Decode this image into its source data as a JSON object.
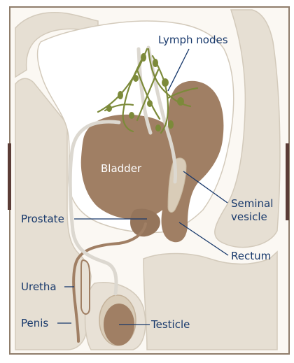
{
  "diagram": {
    "labels": {
      "lymph_nodes": "Lymph nodes",
      "bladder": "Bladder",
      "seminal_vesicle_line1": "Seminal",
      "seminal_vesicle_line2": "vesicle",
      "prostate": "Prostate",
      "rectum": "Rectum",
      "uretha": "Uretha",
      "penis": "Penis",
      "testicle": "Testicle"
    },
    "colors": {
      "frame": "#8f7d6b",
      "page_tint": "#fbf8f3",
      "body_outline": "#ddd6c9",
      "organ_brown": "#a07f64",
      "vessel": "#dcd8d0",
      "lymph_green": "#7c8a3a",
      "label_line": "#17386b",
      "bladder_text": "#ffffff",
      "accent_bar": "#5b3c36"
    }
  }
}
